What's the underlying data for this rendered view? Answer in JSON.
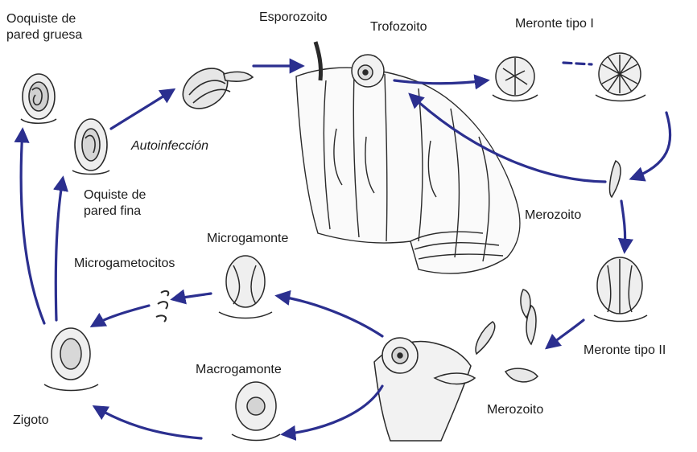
{
  "colors": {
    "arrow": "#2b2f8f",
    "ink": "#2a2a2a",
    "cell_fill": "#f2f2f2",
    "background": "#ffffff"
  },
  "labels": {
    "ooquiste_gruesa_line1": "Ooquiste de",
    "ooquiste_gruesa_line2": "pared gruesa",
    "esporozoito": "Esporozoito",
    "trofozoito": "Trofozoito",
    "meronte_tipo_1": "Meronte tipo I",
    "autoinfeccion": "Autoinfección",
    "ooquiste_fina_line1": "Oquiste de",
    "ooquiste_fina_line2": "pared fina",
    "merozoito_upper": "Merozoito",
    "microgamonte": "Microgamonte",
    "microgametocitos": "Microgametocitos",
    "macrogamonte": "Macrogamonte",
    "zigoto": "Zigoto",
    "meronte_tipo_2": "Meronte tipo II",
    "merozoito_lower": "Merozoito"
  }
}
